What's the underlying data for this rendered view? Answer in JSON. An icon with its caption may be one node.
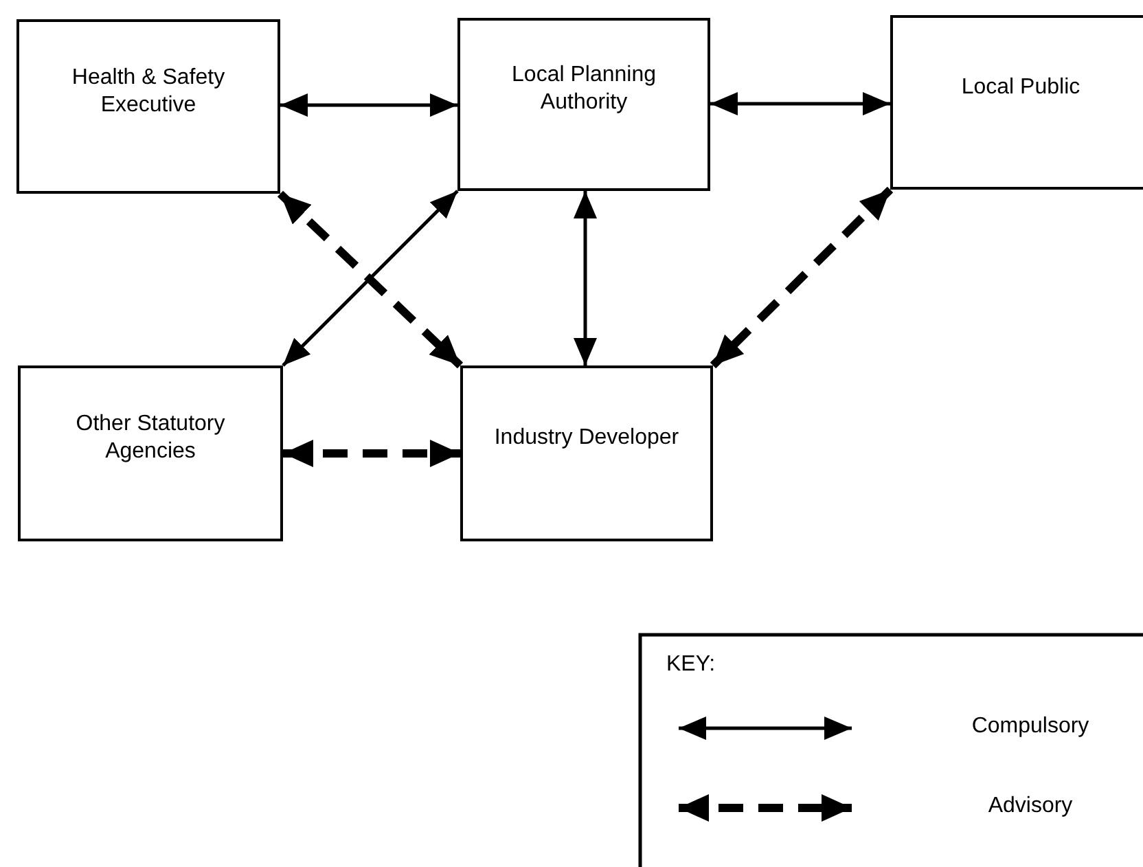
{
  "diagram": {
    "nodes": [
      {
        "text": [
          "Health & Safety Executive"
        ]
      },
      {
        "text": [
          "Local Planning Authority"
        ]
      },
      {
        "text": [
          "Local Public"
        ]
      },
      {
        "text": [
          "Other Statutory Agencies"
        ]
      },
      {
        "text": [
          "Industry Developer"
        ]
      }
    ],
    "edges": [
      {
        "from": 0,
        "to": 1,
        "arrow": "both"
      },
      {
        "from": 1,
        "to": 2,
        "arrow": "both"
      },
      {
        "from": 0,
        "to": 4,
        "arrow": "both",
        "style": "dashed"
      },
      {
        "from": 1,
        "to": 3,
        "arrow": "both"
      },
      {
        "from": 1,
        "to": 4,
        "arrow": "both"
      },
      {
        "from": 2,
        "to": 4,
        "arrow": "both",
        "style": "dashed"
      },
      {
        "from": 3,
        "to": 4,
        "arrow": "both",
        "style": "dashed"
      }
    ],
    "labels": [
      "KEY:"
    ],
    "legend": [
      {
        "text": "Compulsory"
      },
      {
        "text": "Advisory"
      }
    ]
  }
}
